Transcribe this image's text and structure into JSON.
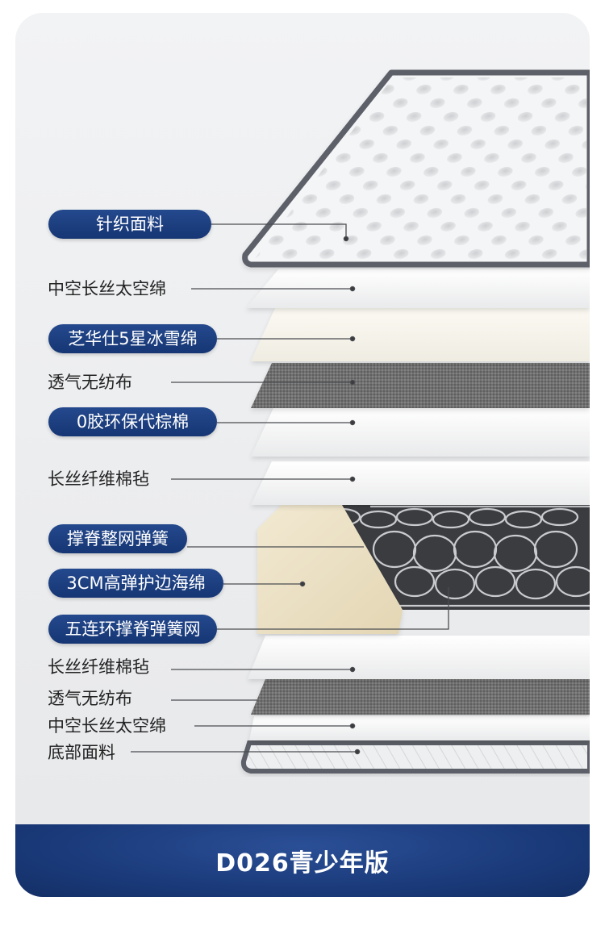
{
  "layers": {
    "knit_fabric": "针织面料",
    "hollow_fiber_1": "中空长丝太空绵",
    "snow_foam": "芝华仕5星冰雪绵",
    "nonwoven_1": "透气无纺布",
    "eco_brown": "0胶环保代棕棉",
    "fiber_felt_1": "长丝纤维棉毡",
    "spring": "撑脊整网弹簧",
    "edge_foam": "3CM高弹护边海绵",
    "spring_net": "五连环撑脊弹簧网",
    "fiber_felt_2": "长丝纤维棉毡",
    "nonwoven_2": "透气无纺布",
    "hollow_fiber_2": "中空长丝太空绵",
    "bottom_fabric": "底部面料"
  },
  "footer": {
    "title": "D026青少年版"
  },
  "colors": {
    "pill_blue": "#1f4287",
    "footer_blue": "#1a3a7a",
    "knit_white": "#f4f5f6",
    "border_gray": "#5d6068",
    "foam_beige": "#ede3cb",
    "nonwoven_gray": "#6e6e6e"
  }
}
